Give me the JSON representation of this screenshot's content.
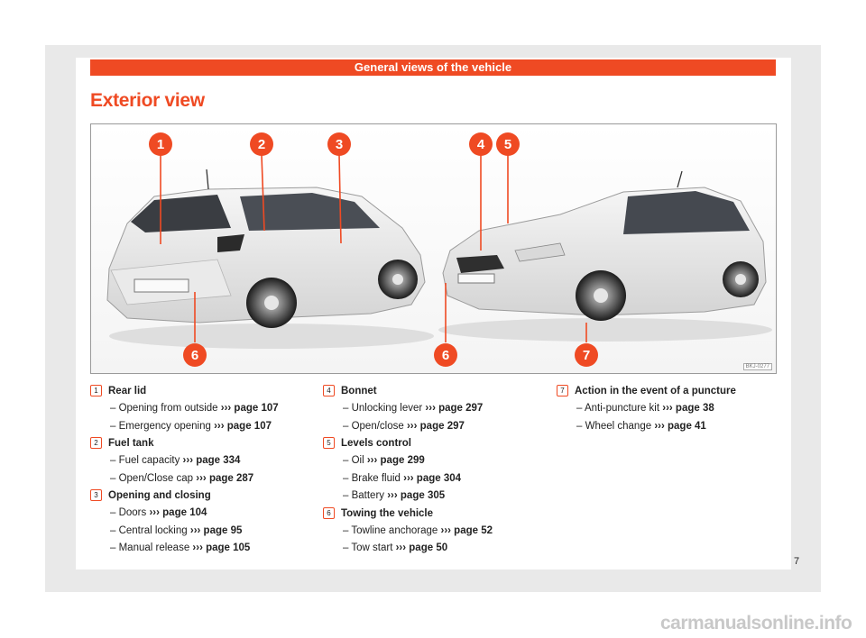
{
  "header": {
    "title": "General views of the vehicle"
  },
  "page_title": "Exterior view",
  "figure": {
    "callouts": [
      "1",
      "2",
      "3",
      "4",
      "5",
      "6",
      "6",
      "7"
    ],
    "ref_code": "BKJ-0277",
    "accent_color": "#ef4a23"
  },
  "items": [
    {
      "number": "1",
      "title": "Rear lid",
      "subs": [
        {
          "text": "– Opening from outside ",
          "ref": "››› page 107"
        },
        {
          "text": "– Emergency opening ",
          "ref": "››› page 107"
        }
      ]
    },
    {
      "number": "2",
      "title": "Fuel tank",
      "subs": [
        {
          "text": "– Fuel capacity ",
          "ref": "››› page 334"
        },
        {
          "text": "– Open/Close cap ",
          "ref": "››› page 287"
        }
      ]
    },
    {
      "number": "3",
      "title": "Opening and closing",
      "subs": [
        {
          "text": "– Doors ",
          "ref": "››› page 104"
        },
        {
          "text": "– Central locking ",
          "ref": "››› page 95"
        },
        {
          "text": "– Manual release ",
          "ref": "››› page 105"
        }
      ]
    },
    {
      "number": "4",
      "title": "Bonnet",
      "subs": [
        {
          "text": "– Unlocking lever ",
          "ref": "››› page 297"
        },
        {
          "text": "– Open/close ",
          "ref": "››› page 297"
        }
      ]
    },
    {
      "number": "5",
      "title": "Levels control",
      "subs": [
        {
          "text": "– Oil ",
          "ref": "››› page 299"
        },
        {
          "text": "– Brake fluid ",
          "ref": "››› page 304"
        },
        {
          "text": "– Battery ",
          "ref": "››› page 305"
        }
      ]
    },
    {
      "number": "6",
      "title": "Towing the vehicle",
      "subs": [
        {
          "text": "– Towline anchorage ",
          "ref": "››› page 52"
        },
        {
          "text": "– Tow start ",
          "ref": "››› page 50"
        }
      ]
    },
    {
      "number": "7",
      "title": "Action in the event of a puncture",
      "subs": [
        {
          "text": "– Anti-puncture kit ",
          "ref": "››› page 38"
        },
        {
          "text": "– Wheel change ",
          "ref": "››› page 41"
        }
      ]
    }
  ],
  "page_number": "7",
  "watermark": "carmanualsonline.info"
}
